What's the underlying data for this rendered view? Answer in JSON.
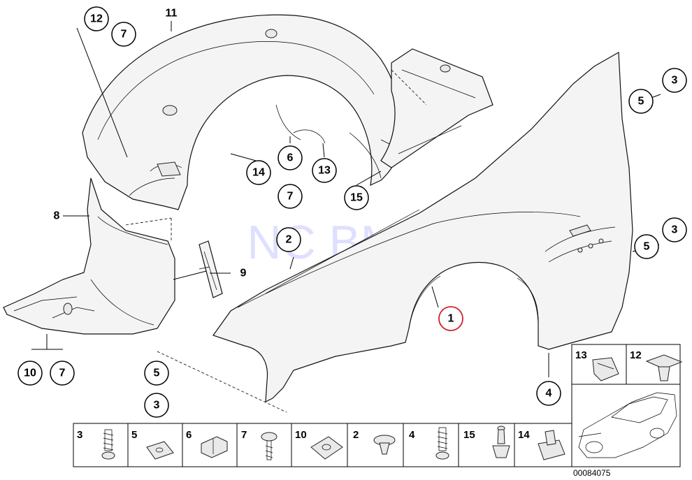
{
  "watermark": "NC BMW",
  "reference_number": "00084075",
  "callouts": {
    "c12a": "12",
    "c7a": "7",
    "c11": "11",
    "c5a": "5",
    "c3a": "3",
    "c6": "6",
    "c7b": "7",
    "c13": "13",
    "c15": "15",
    "c14": "14",
    "c8": "8",
    "c9": "9",
    "c2": "2",
    "c1": "1",
    "c5b": "5",
    "c3b": "3",
    "c10": "10",
    "c7c": "7",
    "c5c": "5",
    "c3c": "3",
    "c4": "4"
  },
  "bottom_parts": [
    "3",
    "5",
    "6",
    "7",
    "10",
    "2",
    "4",
    "15",
    "14"
  ],
  "inset_parts": [
    "13",
    "12"
  ]
}
